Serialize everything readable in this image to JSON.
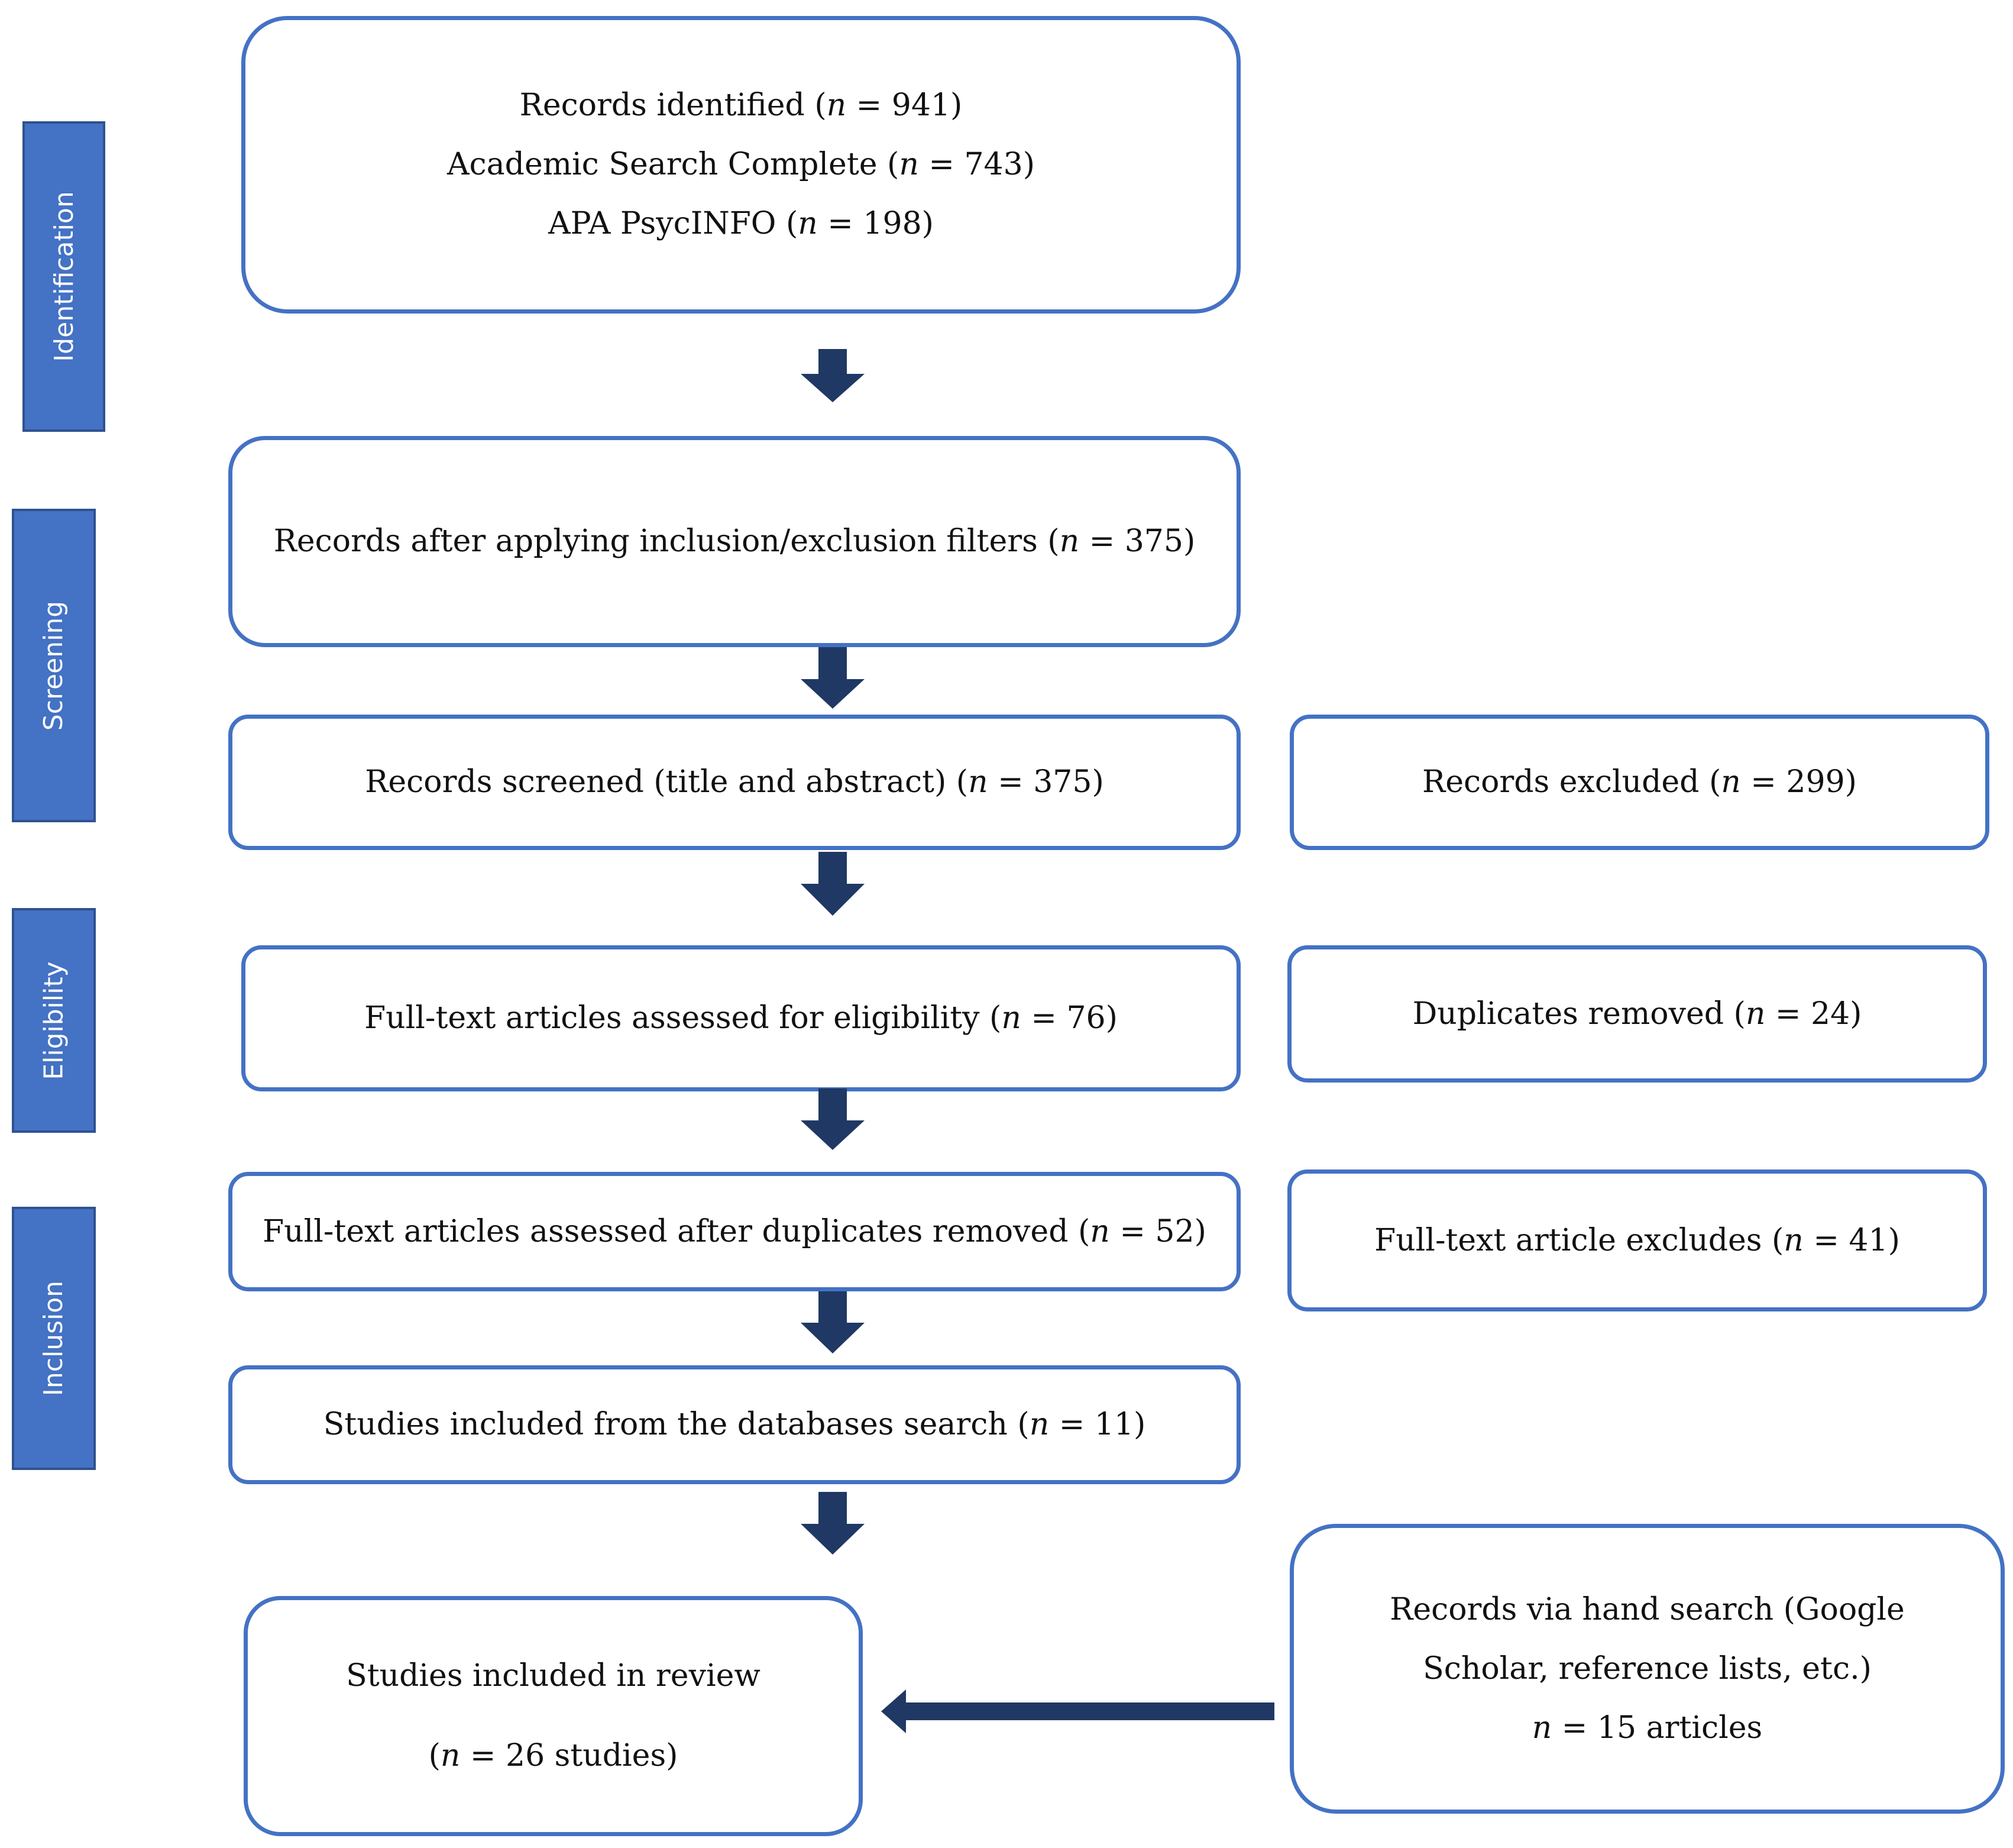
{
  "colors": {
    "box_border": "#4472C4",
    "stage_fill": "#4472C4",
    "arrow": "#203864"
  },
  "stages": {
    "identification": "Identification",
    "screening": "Screening",
    "eligibility": "Eligibility",
    "inclusion": "Inclusion"
  },
  "identified": {
    "l1": {
      "label": "Records identified (",
      "var": "n",
      "val": " = 941)"
    },
    "l2": {
      "label": "Academic Search Complete (",
      "var": "n",
      "val": " = 743)"
    },
    "l3": {
      "label": "APA PsycINFO (",
      "var": "n",
      "val": " = 198)"
    }
  },
  "after_filters": {
    "label": "Records after applying inclusion/exclusion filters (",
    "var": "n",
    "val": " = 375)"
  },
  "screened": {
    "label": "Records screened (title and abstract) (",
    "var": "n",
    "val": " = 375)"
  },
  "excluded": {
    "label": "Records excluded (",
    "var": "n",
    "val": " = 299)"
  },
  "fulltext_assessed": {
    "label": "Full-text articles assessed for eligibility (",
    "var": "n",
    "val": " = 76)"
  },
  "duplicates": {
    "label": "Duplicates removed (",
    "var": "n",
    "val": " = 24)"
  },
  "after_duplicates": {
    "label": "Full-text articles assessed after duplicates removed (",
    "var": "n",
    "val": " = 52)"
  },
  "fulltext_excluded": {
    "label": "Full-text article excludes (",
    "var": "n",
    "val": " = 41)"
  },
  "db_included": {
    "label": "Studies included from the databases search (",
    "var": "n",
    "val": " = 11)"
  },
  "review": {
    "l1": "Studies included in review",
    "l2": {
      "open": "(",
      "var": "n",
      "val": " = 26 studies)"
    }
  },
  "hand_search": {
    "l1": "Records via hand search (Google",
    "l2": "Scholar, reference lists, etc.)",
    "l3": {
      "var": "n",
      "val": " = 15 articles"
    }
  }
}
